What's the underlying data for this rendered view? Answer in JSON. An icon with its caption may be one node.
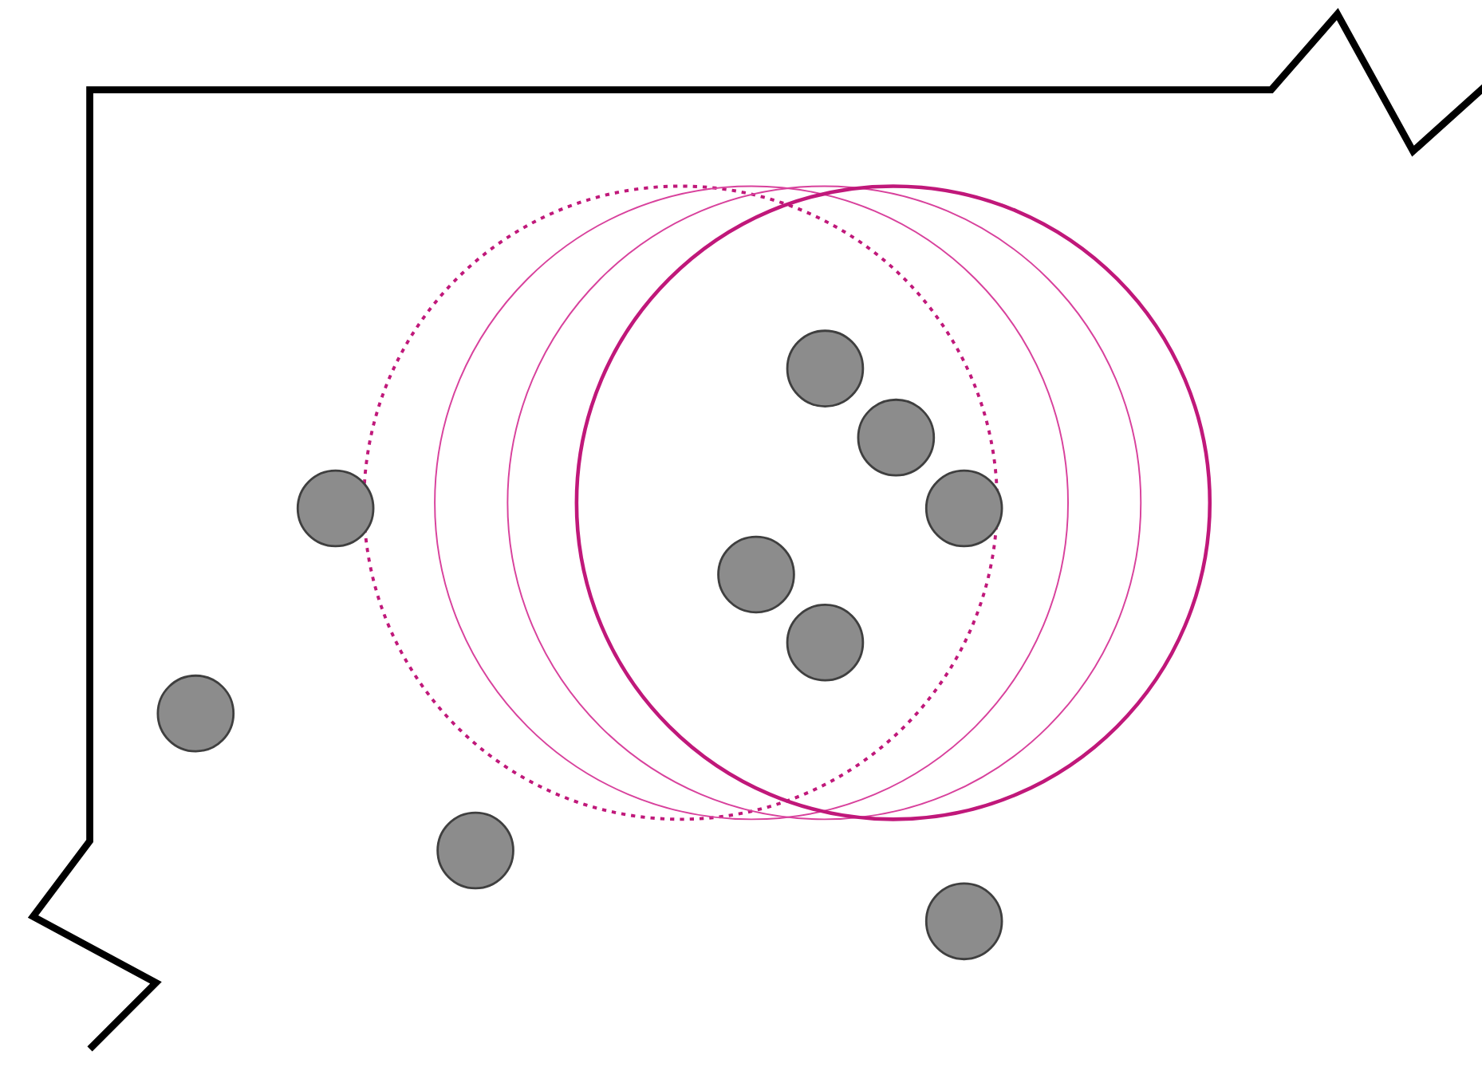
{
  "diagram": {
    "nodes": [
      {
        "text": [],
        "shape": "circle"
      },
      {
        "text": [],
        "shape": "circle"
      },
      {
        "text": [],
        "shape": "circle"
      },
      {
        "text": [],
        "shape": "circle"
      },
      {
        "text": [],
        "shape": "circle"
      },
      {
        "text": [],
        "shape": "circle"
      },
      {
        "text": [],
        "shape": "circle"
      },
      {
        "text": [],
        "shape": "circle"
      },
      {
        "text": [],
        "shape": "circle"
      },
      {
        "text": [],
        "shape": "circle"
      },
      {
        "text": [],
        "shape": "circle"
      },
      {
        "text": [],
        "shape": "circle"
      },
      {
        "text": [],
        "shape": "circle"
      }
    ]
  }
}
